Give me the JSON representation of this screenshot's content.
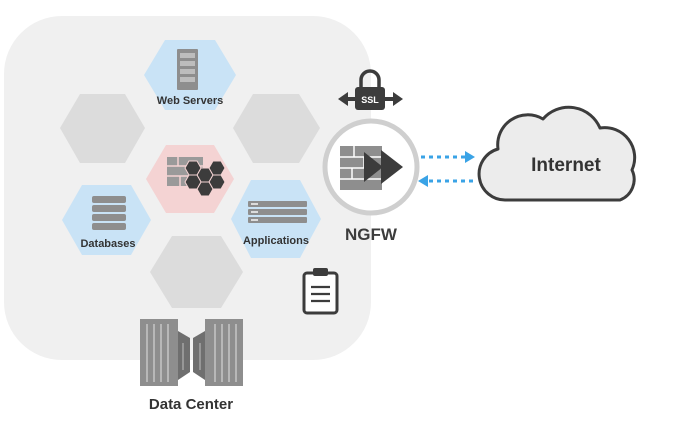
{
  "nodes": {
    "web_servers": "Web Servers",
    "databases": "Databases",
    "applications": "Applications",
    "firewall": "NGFW",
    "internet": "Internet",
    "data_center": "Data Center"
  },
  "badges": {
    "ssl": "SSL"
  },
  "colors": {
    "blue_hex": "#c9e3f6",
    "gray_hex": "#dcdcdc",
    "pink_hex": "#f4d3d3",
    "panel": "#f0f0f0",
    "dark": "#3c3c3c",
    "arrow": "#3aa3e6"
  },
  "icons": [
    "server-rack-icon",
    "database-icon",
    "application-server-icon",
    "firewall-hive-icon",
    "lock-icon",
    "clipboard-icon",
    "cloud-icon",
    "datacenter-icon"
  ]
}
